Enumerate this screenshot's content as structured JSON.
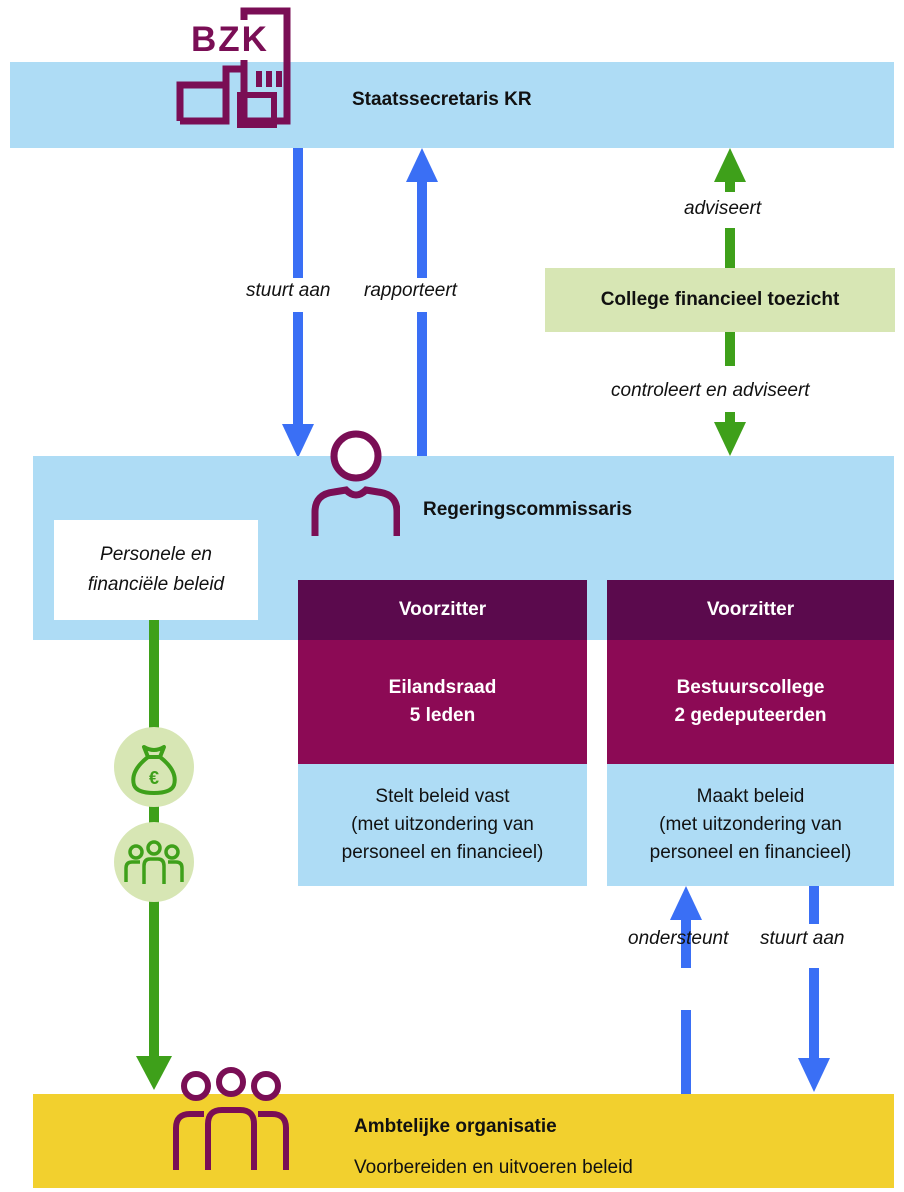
{
  "logo": {
    "text": "BZK"
  },
  "staatssecretaris": {
    "title": "Staatssecretaris KR"
  },
  "college": {
    "title": "College financieel toezicht"
  },
  "regeringscommissaris": {
    "title": "Regeringscommissaris"
  },
  "personele_box": {
    "line1": "Personele en",
    "line2": "financiële beleid"
  },
  "eilandsraad": {
    "head": "Voorzitter",
    "line1": "Eilandsraad",
    "line2": "5 leden",
    "desc1": "Stelt beleid vast",
    "desc2": "(met uitzondering van",
    "desc3": "personeel en financieel)"
  },
  "bestuurscollege": {
    "head": "Voorzitter",
    "line1": "Bestuurscollege",
    "line2": "2 gedeputeerden",
    "desc1": "Maakt beleid",
    "desc2": "(met uitzondering van",
    "desc3": "personeel en financieel)"
  },
  "ambtelijke": {
    "title": "Ambtelijke organisatie",
    "subtitle": "Voorbereiden en uitvoeren beleid"
  },
  "labels": {
    "stuurt_aan_top": "stuurt aan",
    "rapporteert": "rapporteert",
    "adviseert": "adviseert",
    "controleert": "controleert en adviseert",
    "ondersteunt": "ondersteunt",
    "stuurt_aan_bottom": "stuurt aan"
  },
  "icons": {
    "building": "building-icon",
    "person": "person-icon",
    "money_bag": "money-bag-icon",
    "group_small": "group-icon",
    "group_large": "group-icon"
  },
  "colors": {
    "light_blue": "#aedcf5",
    "light_green": "#d7e6b4",
    "yellow": "#f2d02e",
    "dark_purple": "#5b0a4d",
    "magenta": "#8c0a55",
    "arrow_blue": "#3a6ff5",
    "arrow_green": "#3ea01a",
    "icon_purple": "#7a0e55",
    "icon_green": "#3ea01a"
  }
}
